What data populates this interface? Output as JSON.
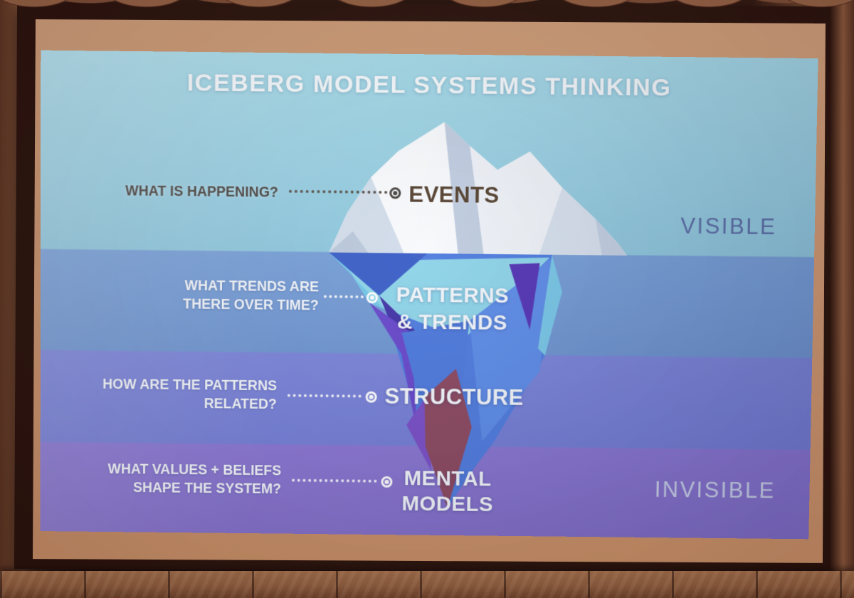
{
  "slide": {
    "title": "ICEBERG MODEL SYSTEMS THINKING",
    "visible_label": "VISIBLE",
    "invisible_label": "INVISIBLE",
    "rows": [
      {
        "question_lines": [
          "WHAT IS HAPPENING?",
          ""
        ],
        "answer_lines": [
          "EVENTS",
          ""
        ]
      },
      {
        "question_lines": [
          "WHAT TRENDS ARE",
          "THERE OVER TIME?"
        ],
        "answer_lines": [
          "PATTERNS",
          "& TRENDS"
        ]
      },
      {
        "question_lines": [
          "HOW ARE THE PATTERNS",
          "RELATED?"
        ],
        "answer_lines": [
          "STRUCTURE",
          ""
        ]
      },
      {
        "question_lines": [
          "WHAT VALUES + BELIEFS",
          "SHAPE THE SYSTEM?"
        ],
        "answer_lines": [
          "MENTAL",
          "MODELS"
        ]
      }
    ],
    "colors": {
      "band_above_water": "#9fd3e3",
      "band_patterns_trends": "#6f97d3",
      "band_structure": "#7681d8",
      "band_mental_models": "#8572cd",
      "events_text": "#54402e",
      "question_dark_text": "#4a443f",
      "question_light_text": "#f3f7fb",
      "visible_text": "#5b6ea6",
      "invisible_text": "#cdd7ed",
      "iceberg_white": "#edf2f8",
      "iceberg_cyan": "#8fd6ea",
      "iceberg_blue": "#4f7de0",
      "iceberg_purple": "#6848cc",
      "iceberg_maroon": "#8c4960",
      "frame_brown": "#2b130b",
      "screen_tan": "#c99470"
    }
  }
}
